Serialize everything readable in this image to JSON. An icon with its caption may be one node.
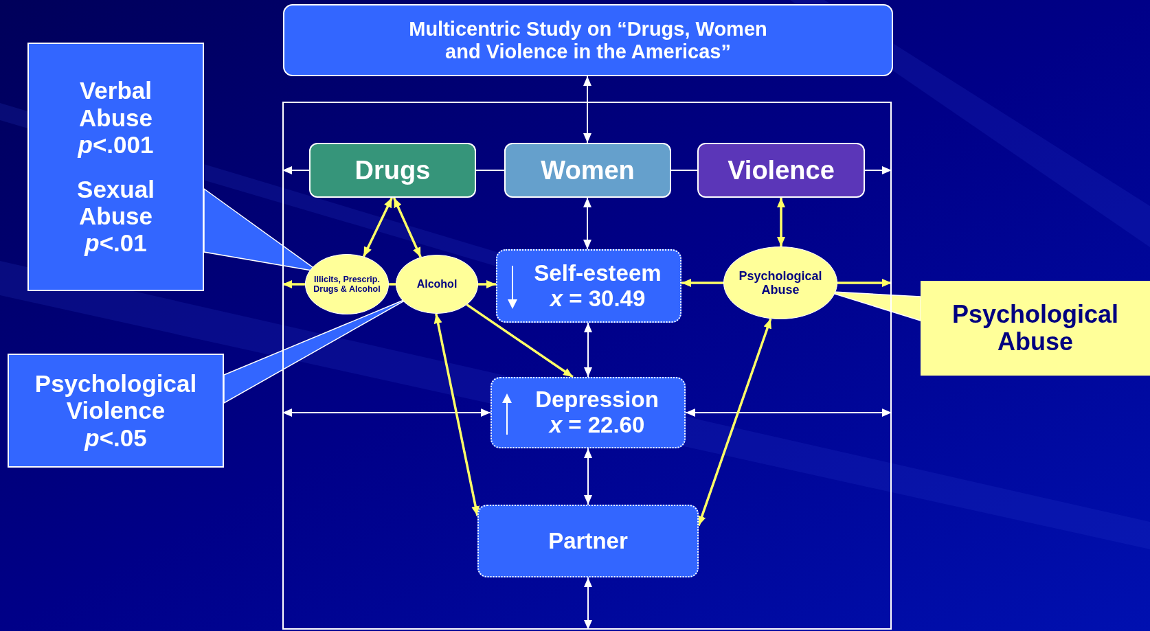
{
  "diagram": {
    "nodes": [
      {
        "text": [
          "Multicentric Study on “Drugs, Women and Violence in the Americas”"
        ]
      },
      {
        "text": [
          "Verbal Abuse",
          "*p*<.001",
          "Sexual Abuse",
          "*p*<.01"
        ]
      },
      {
        "text": [
          "Psychological Violence",
          "*p*<.05"
        ]
      },
      {
        "text": [],
        "shape": "box"
      },
      {
        "text": [
          "Drugs"
        ],
        "in": 3
      },
      {
        "text": [
          "Women"
        ],
        "in": 3
      },
      {
        "text": [
          "Violence"
        ],
        "in": 3
      },
      {
        "text": [
          "Illicits, Prescrip. Drugs & Alcohol"
        ],
        "in": 3
      },
      {
        "text": [
          "Alcohol"
        ],
        "in": 3
      },
      {
        "text": [
          "Self-esteem",
          "*x* = 30.49"
        ],
        "in": 3
      },
      {
        "text": [
          "Psychological Abuse"
        ],
        "in": 3
      },
      {
        "text": [
          "Psychological Abuse"
        ]
      },
      {
        "text": [
          "Depression",
          "*x* = 22.60"
        ],
        "in": 3
      },
      {
        "text": [
          "Partner"
        ],
        "in": 3
      }
    ],
    "edges": [
      {
        "from": 0,
        "to": 5,
        "arrow": "both"
      },
      {
        "from": 4,
        "to": 3,
        "arrow": "to"
      },
      {
        "from": 4,
        "to": 5,
        "arrow": "none"
      },
      {
        "from": 5,
        "to": 6,
        "arrow": "none"
      },
      {
        "from": 6,
        "to": 3,
        "arrow": "to"
      },
      {
        "from": 5,
        "to": 9,
        "arrow": "both"
      },
      {
        "from": 4,
        "to": 7,
        "arrow": "both",
        "color": "#ffff66"
      },
      {
        "from": 4,
        "to": 8,
        "arrow": "both",
        "color": "#ffff66"
      },
      {
        "from": 7,
        "to": 3,
        "arrow": "to",
        "color": "#ffff66"
      },
      {
        "from": 7,
        "to": 8,
        "arrow": "none",
        "color": "#ffff66"
      },
      {
        "from": 8,
        "to": 9,
        "arrow": "to",
        "color": "#ffff66"
      },
      {
        "from": 10,
        "to": 9,
        "arrow": "to",
        "color": "#ffff66"
      },
      {
        "from": 10,
        "to": 3,
        "arrow": "to",
        "color": "#ffff66"
      },
      {
        "from": 6,
        "to": 10,
        "arrow": "both",
        "color": "#ffff66"
      },
      {
        "from": 8,
        "to": 12,
        "arrow": "to",
        "color": "#ffff66"
      },
      {
        "from": 9,
        "to": 12,
        "arrow": "both"
      },
      {
        "from": 12,
        "to": 3,
        "arrow": "both"
      },
      {
        "from": 12,
        "to": 3,
        "arrow": "both"
      },
      {
        "from": 12,
        "to": 13,
        "arrow": "both"
      },
      {
        "from": 8,
        "to": 13,
        "arrow": "both",
        "color": "#ffff66"
      },
      {
        "from": 10,
        "to": 13,
        "arrow": "both",
        "color": "#ffff66"
      },
      {
        "from": 13,
        "to": 3,
        "arrow": "both"
      },
      {
        "from": 1,
        "to": 7,
        "arrow": "to",
        "color": "#3366ff"
      },
      {
        "from": 2,
        "to": 8,
        "arrow": "to",
        "color": "#3366ff"
      },
      {
        "from": 11,
        "to": 10,
        "arrow": "to",
        "color": "#ffff99"
      }
    ]
  }
}
